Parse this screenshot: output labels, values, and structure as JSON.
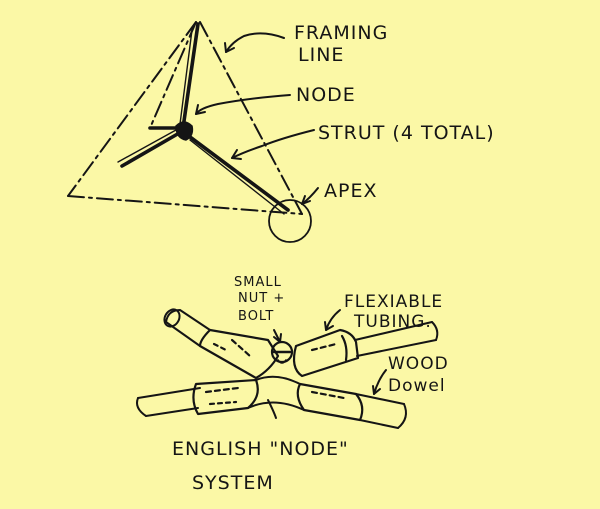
{
  "colors": {
    "paper": "#fbf8a6",
    "ink": "#151515"
  },
  "labels": {
    "framing_line_1": "FRAMING",
    "framing_line_2": "LINE",
    "node": "NODE",
    "strut": "STRUT (4 TOTAL)",
    "apex": "APEX",
    "small_1": "SMALL",
    "small_2": "NUT +",
    "small_3": "BOLT",
    "flexiable_1": "FLEXIABLE",
    "flexiable_2": "TUBING.",
    "wood_1": "WOOD",
    "wood_2": "Dowel",
    "caption_1": "ENGLISH \"NODE\"",
    "caption_2": "SYSTEM"
  }
}
